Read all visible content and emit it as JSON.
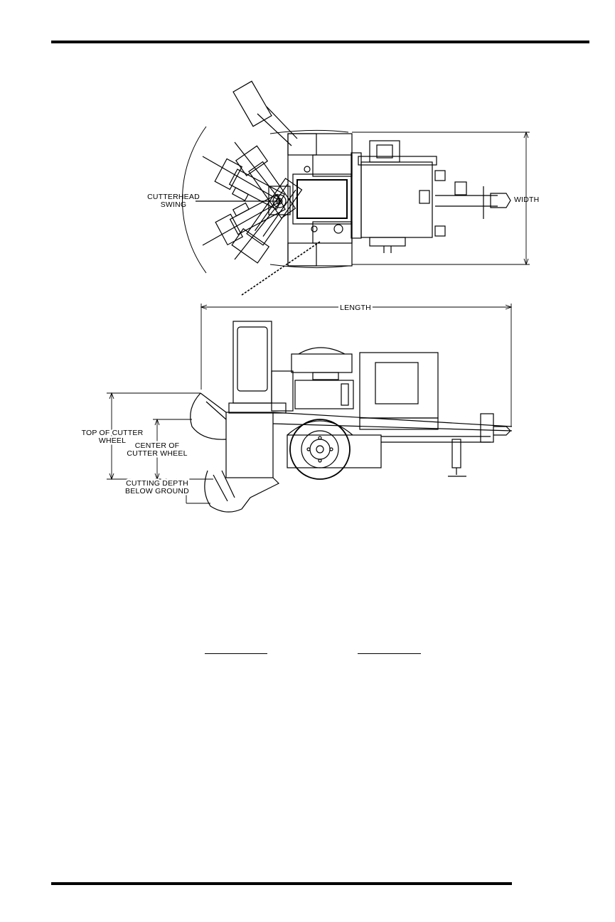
{
  "top_view": {
    "cutterhead_swing_label": "CUTTERHEAD\nSWING",
    "width_label": "WIDTH"
  },
  "side_view": {
    "length_label": "LENGTH",
    "top_of_cutter_wheel_label": "TOP OF CUTTER\nWHEEL",
    "center_of_cutter_wheel_label": "CENTER OF\nCUTTER WHEEL",
    "cutting_depth_label": "CUTTING DEPTH\nBELOW GROUND"
  },
  "blanks": {
    "count": 2
  }
}
